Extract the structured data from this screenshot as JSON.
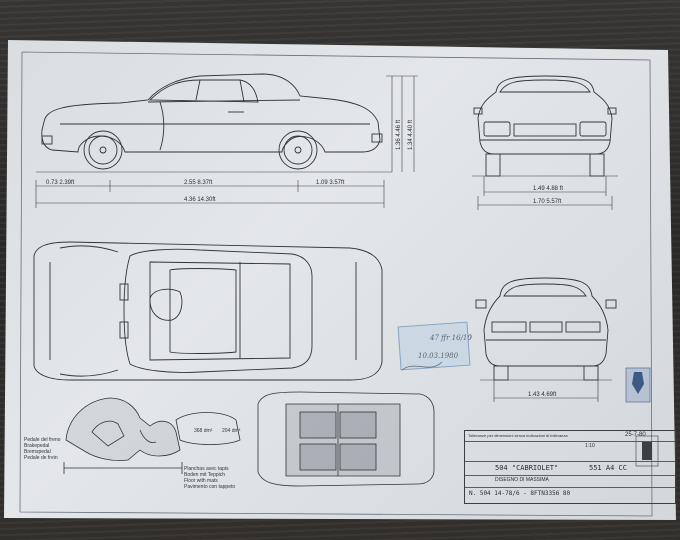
{
  "side_view": {
    "dims_horizontal": [
      "0.73  2.39ft",
      "2.55  8.37ft",
      "1.09  3.57ft",
      "4.36  14.30ft"
    ],
    "dims_vertical": [
      "1.36  4.46 ft",
      "1.34  4.40 ft"
    ]
  },
  "front_view": {
    "dims": [
      "1.49  4.88 ft",
      "1.70  5.57ft"
    ]
  },
  "rear_view": {
    "dims": [
      "1.43  4.69ft"
    ]
  },
  "interior_view": {
    "volumes": [
      "368 dm³",
      "204 dm³"
    ],
    "labels_left": [
      "Pedale del freno",
      "Brakepedal",
      "Bremspedal",
      "Pedale de frein"
    ],
    "labels_center": [
      "Planchas avec tapis",
      "Boden mit Teppich",
      "Floor with mats",
      "Pavimento con tappeto"
    ]
  },
  "stamp": {
    "line1": "47 ffr 16/10",
    "line2": "10.03.1980"
  },
  "title_block": {
    "header": "Tolleranze per dimensioni senza indicazioni di tolleranza",
    "model": "504 \"CABRIOLET\"",
    "subtitle": "DISEGNO DI MASSIMA",
    "number": "551 A4 CC",
    "drawing_ref": "N. 504 14-78/6 - 8FTN3356 80",
    "date": "25-7-80",
    "scale": "1:10"
  },
  "colors": {
    "paper": "#dfe2e5",
    "ink": "#2a2e33",
    "stamp": "#5b86b0"
  },
  "icons": {
    "logo": "pininfarina-logo-icon"
  }
}
